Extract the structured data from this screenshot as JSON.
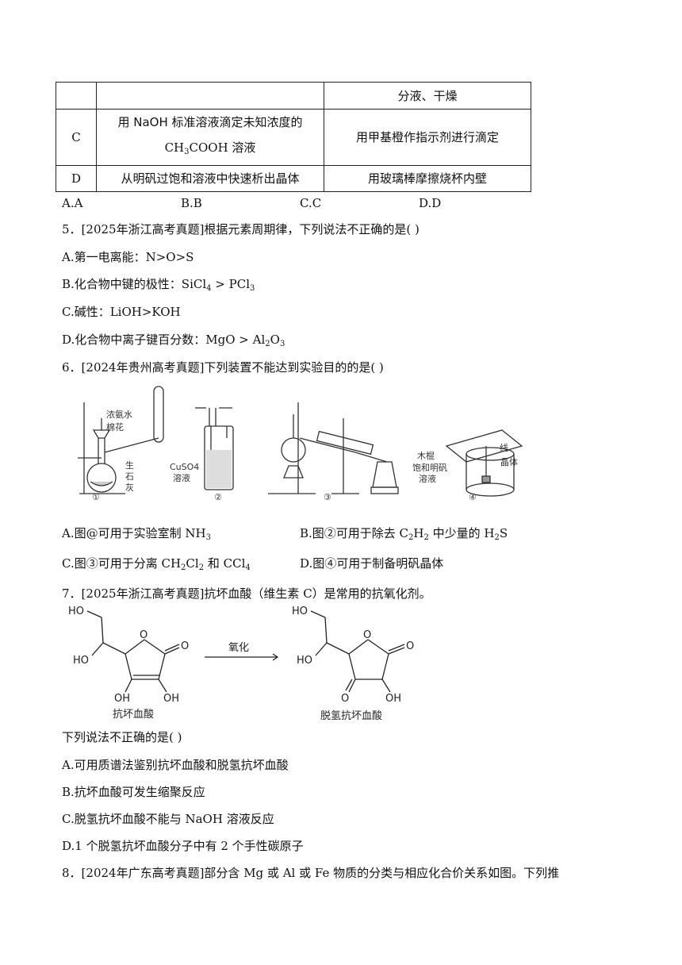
{
  "table": {
    "rows": [
      {
        "label": "",
        "col1": "",
        "col2": "分液、干燥"
      },
      {
        "label": "C",
        "col1_a": "用 NaOH 标准溶液滴定未知浓度的",
        "col1_b": "CH3COOH 溶液",
        "col2": "用甲基橙作指示剂进行滴定"
      },
      {
        "label": "D",
        "col1": "从明矾过饱和溶液中快速析出晶体",
        "col2": "用玻璃棒摩擦烧杯内壁"
      }
    ],
    "answer_options": [
      "A.A",
      "B.B",
      "C.C",
      "D.D"
    ]
  },
  "q5": {
    "stem": "5．[2025年浙江高考真题]根据元素周期律，下列说法不正确的是(    )",
    "A": "A.第一电离能：N>O>S",
    "B": "B.化合物中键的极性：SiCl4 > PCl3",
    "C": "C.碱性：LiOH>KOH",
    "D": "D.化合物中离子键百分数：MgO > Al2O3"
  },
  "q6": {
    "stem": "6．[2024年贵州高考真题]下列装置不能达到实验目的的是(    )",
    "figure_labels": {
      "ammonia": "浓氨水",
      "cotton": "棉花",
      "lime": [
        "生",
        "石",
        "灰"
      ],
      "cuso4": [
        "CuSO4",
        "溶液"
      ],
      "stick": "木棍",
      "thread": "线",
      "crystal": "晶体",
      "sat_alum": [
        "饱和明矾",
        "溶液"
      ],
      "nums": [
        "①",
        "②",
        "③",
        "④"
      ]
    },
    "A": "A.图@可用于实验室制 NH3",
    "B": "B.图②可用于除去 C2H2 中少量的 H2S",
    "C": "C.图③可用于分离 CH2Cl2 和 CCl4",
    "D": "D.图④可用于制备明矾晶体"
  },
  "q7": {
    "stem": "7．[2025年浙江高考真题]抗坏血酸（维生素 C）是常用的抗氧化剂。",
    "reaction_label": "氧化",
    "reactant_name": "抗坏血酸",
    "product_name": "脱氢抗坏血酸",
    "sub_stem": "下列说法不正确的是(    )",
    "A": "A.可用质谱法鉴别抗坏血酸和脱氢抗坏血酸",
    "B": "B.抗坏血酸可发生缩聚反应",
    "C": "C.脱氢抗坏血酸不能与 NaOH 溶液反应",
    "D": "D.1 个脱氢抗坏血酸分子中有 2 个手性碳原子"
  },
  "q8": {
    "stem": "8．[2024年广东高考真题]部分含 Mg 或 Al 或 Fe 物质的分类与相应化合价关系如图。下列推"
  }
}
